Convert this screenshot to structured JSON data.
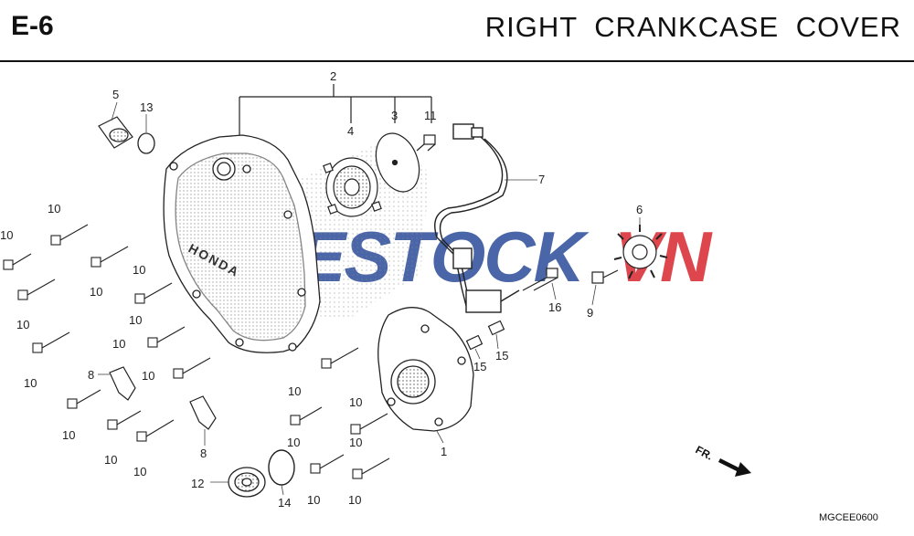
{
  "header": {
    "code": "E-6",
    "title": "RIGHT  CRANKCASE  COVER"
  },
  "watermark": {
    "blue_part": "BIKESTOCK",
    "red_part": "VN",
    "blue_color": "#2b4c9a",
    "red_color": "#d9262e"
  },
  "cover_brand": "HONDA",
  "fr_label": "FR.",
  "drawing_code": "MGCEE0600",
  "callouts": [
    "2",
    "5",
    "13",
    "4",
    "3",
    "11",
    "7",
    "6",
    "10",
    "10",
    "10",
    "10",
    "10",
    "10",
    "16",
    "9",
    "10",
    "10",
    "10",
    "15",
    "15",
    "8",
    "10",
    "10",
    "10",
    "10",
    "10",
    "10",
    "10",
    "1",
    "8",
    "12",
    "14",
    "10",
    "10"
  ]
}
